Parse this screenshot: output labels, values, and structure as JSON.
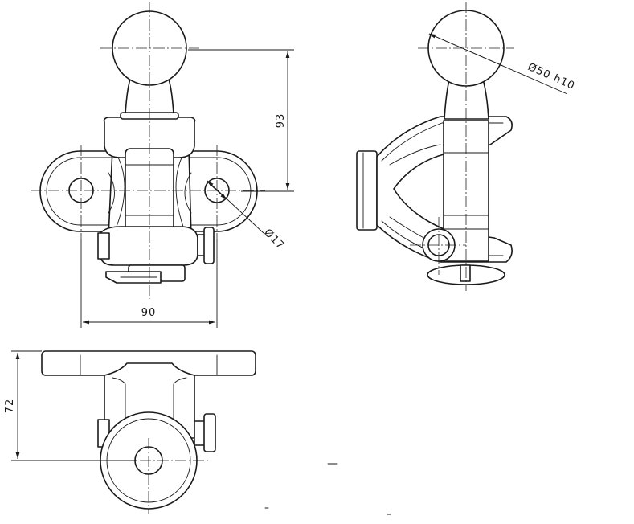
{
  "dimensions": {
    "ball_height": "93",
    "ball_diameter": "Ø50 h10",
    "hole_diameter": "Ø17",
    "hole_spacing": "90",
    "mount_height": "72"
  },
  "colors": {
    "line": "#1a1a1a",
    "background": "#ffffff"
  }
}
